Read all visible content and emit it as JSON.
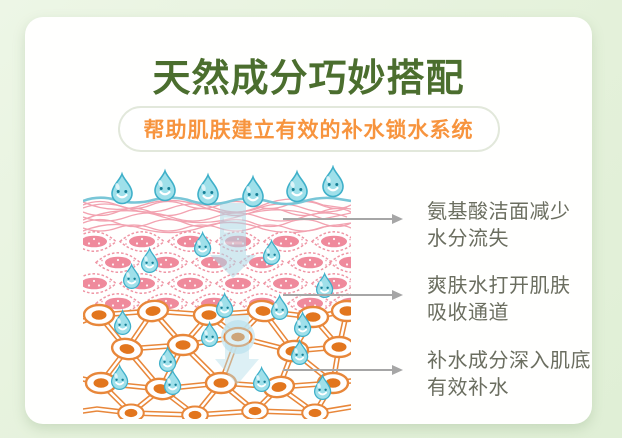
{
  "title": "天然成分巧妙搭配",
  "subtitle": "帮助肌肤建立有效的补水锁水系统",
  "annotations": [
    {
      "line1": "氨基酸洁面减少",
      "line2": "水分流失"
    },
    {
      "line1": "爽肤水打开肌肤",
      "line2": "吸收通道"
    },
    {
      "line1": "补水成分深入肌底",
      "line2": "有效补水"
    }
  ],
  "icons": {
    "droplet": "smiling-water-droplet-icon",
    "arrow_down": "absorption-down-arrow-icon",
    "pointer": "gray-right-arrow"
  },
  "colors": {
    "background": "#e6f2de",
    "card": "#ffffff",
    "title_green": "#4b6e2e",
    "subtitle_orange": "#f7943e",
    "annotation_text": "#6b6e60",
    "arrow_gray": "#a6a6a6",
    "droplet_fill": "#9fe0ea",
    "droplet_stroke": "#3fb0c9",
    "fiber_pink": "#f2a2b0",
    "cell_pink": "#ef8a9c",
    "mesh_orange": "#e8873a",
    "nucleus_orange": "#e2761e"
  }
}
